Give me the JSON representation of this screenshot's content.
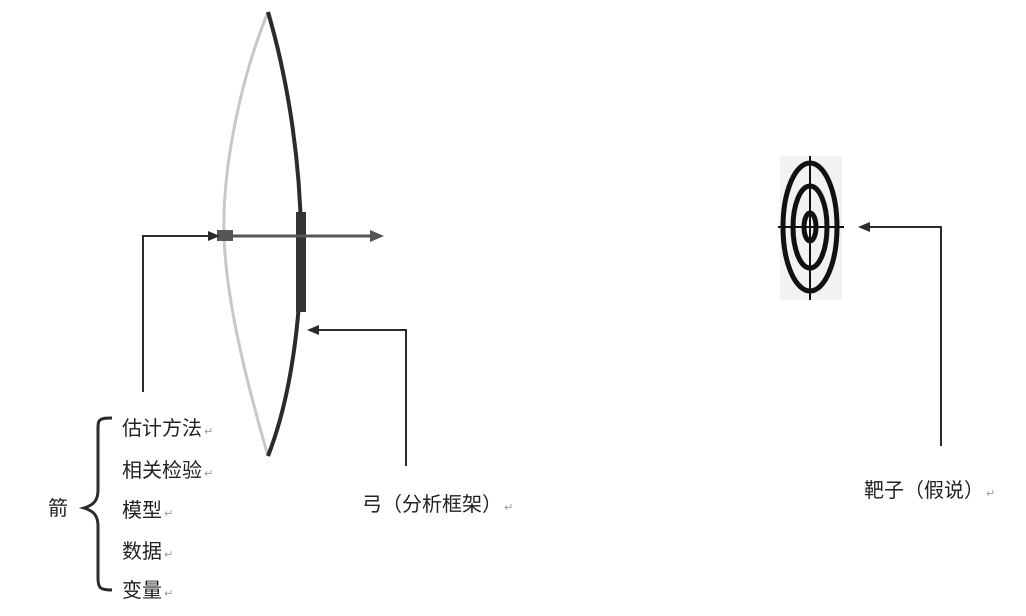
{
  "arrow": {
    "label": "箭",
    "items": [
      "估计方法",
      "相关检验",
      "模型",
      "数据",
      "变量"
    ]
  },
  "bow": {
    "label": "弓（分析框架）"
  },
  "target": {
    "label": "靶子（假说）"
  },
  "return_mark": "↵",
  "colors": {
    "stroke": "#2b2b2b",
    "bow_light": "#c8c8c8",
    "grip": "#333333"
  }
}
